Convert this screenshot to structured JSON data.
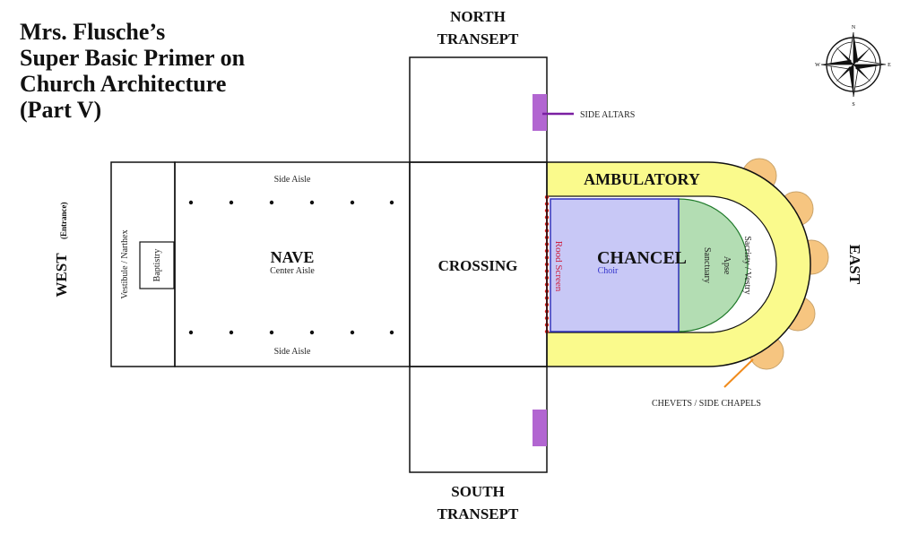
{
  "title": {
    "line1": "Mrs. Flusche’s",
    "line2": "Super Basic Primer on",
    "line3": "Church Architecture",
    "line4": "(Part V)"
  },
  "labels": {
    "north_transept_1": "NORTH",
    "north_transept_2": "TRANSEPT",
    "south_transept_1": "SOUTH",
    "south_transept_2": "TRANSEPT",
    "side_altars": "SIDE ALTARS",
    "ambulatory": "AMBULATORY",
    "side_aisle_top": "Side Aisle",
    "side_aisle_bottom": "Side Aisle",
    "nave": "NAVE",
    "center_aisle": "Center Aisle",
    "crossing": "CROSSING",
    "chancel": "CHANCEL",
    "choir": "Choir",
    "rood_screen": "Rood Screen",
    "sanctuary": "Sanctuary",
    "apse": "Apse",
    "sacristy": "Sacristy / Vestry",
    "east": "EAST",
    "west": "WEST",
    "west_note": "(Entrance)",
    "vestibule": "Vestibule / Narthex",
    "baptistry": "Baptistry",
    "chevets": "CHEVETS / SIDE CHAPELS"
  },
  "compass": {
    "n": "N",
    "s": "S",
    "e": "E",
    "w": "W"
  },
  "colors": {
    "side_altar": "#b266d1",
    "side_altar_pointer": "#7a1fa2",
    "ambulatory": "#fafa8c",
    "chevet": "#f6c580",
    "chevet_pointer": "#f08b1c",
    "chancel_fill": "#c8c8f6",
    "chancel_stroke": "#3333bb",
    "sanctuary": "#b3ddb3",
    "rood_screen": "#dd2222",
    "choir_text": "#3333cc",
    "rood_text": "#cc2244"
  }
}
